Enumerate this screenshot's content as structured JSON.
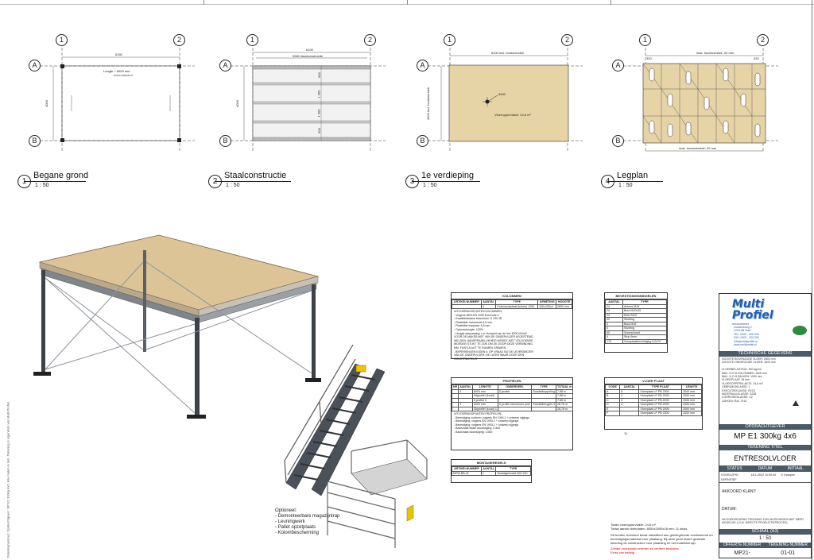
{
  "views": [
    {
      "title": "Begane grond",
      "number": "1",
      "scale": "1 : 50",
      "dims": {
        "top": "6150",
        "side": "4000"
      },
      "note": "Longte = 6000 mm",
      "note2": "kolomafstand"
    },
    {
      "title": "Staalconstructie",
      "number": "2",
      "scale": "1 : 50",
      "dims": {
        "top": "6100",
        "top2": "5960 staalconstructie",
        "side": "4000"
      },
      "beam_labels": [
        "900",
        "1 000",
        "1 000",
        "900"
      ]
    },
    {
      "title": "1e verdieping",
      "number": "3",
      "scale": "1 : 50",
      "dims": {
        "top": "6100 incl. houtoverstek",
        "side": "4000 incl. houtoverstek"
      },
      "tag": "3000",
      "tag_note": "Vloeroppervlakte: 24,6 m²"
    },
    {
      "title": "Legplan",
      "number": "4",
      "scale": "1 : 50",
      "dims": {
        "top": "max. houtoverstek: 20 mm",
        "bottom": "max. houtoverstek: 20 mm",
        "side_left": "320",
        "side_right": "320"
      }
    }
  ],
  "grid": {
    "col1": "1",
    "col2": "2",
    "rowA": "A",
    "rowB": "B"
  },
  "options": {
    "heading": "Optioneel:",
    "items": [
      "- Demonteerbare magazijntrap",
      "- Leuningwerk",
      "- Pallet opzetplaats",
      "- Kolombescherming"
    ]
  },
  "table_kolommen": {
    "caption": "KOLOMMEN",
    "headers": [
      "ARTIKELNUMMER",
      "AANTAL",
      "TYPE",
      "AFMETING",
      "HOOGTE"
    ],
    "row": [
      "",
      "4",
      "Kolomvoetplaat (kolom) 1200",
      "100x100x4",
      "2800 mm"
    ],
    "note": "UITVOERINGSPUNTEN KOLOMMEN:\n- Volgens NEN-EN 1090 Eurocode 3\n- Kwaliteitsklasse kolommen: S 235 JR\n- Plaatdikte: kolomvoet 6,5 mm\n- Plaatdikte kopplaat: 6,5 mm\n- Opbouwhoogte: 100%\n- Hoogte aanpassing: v.a. vloerpeil van de hal: 5000 kN/m2\n  VOOR DE MAKER MET VAN DE ONDERVLOER AFGESTEMD\n  WELDEN: AANSPRAAKLIJKHEID WORDT NIET VOLDOENDE\n  WORDEN STUKT TE ZIJN OM DE DOOR DEZE VERBINDING\n  MM: FUNTULAGT TE RUIMEN GRAMEN\n- BEPERKINGEN EIGEN 4: OP VRAAG BIJ DE LEVERANCIER\n  VAN DE ONDERVLOER: DE LATEN WAAR DOOR DEN\n  CONSTRUCTEUR"
  },
  "table_bevestiging": {
    "caption": "BEVESTIGINGSMIDDELEN",
    "headers": [
      "AANTAL",
      "TYPE"
    ],
    "rows": [
      [
        "24",
        "Ankers M10"
      ],
      [
        "24",
        "Bout M10x25"
      ],
      [
        "24",
        "Moer M10"
      ],
      [
        "40",
        "Sluitring"
      ],
      [
        "4",
        "Bout M16"
      ],
      [
        "4",
        "Sluitring"
      ],
      [
        "60",
        "Vloerschroef"
      ],
      [
        "4",
        "Strip 6mm"
      ],
      [
        "175",
        "Vloerplaatbevestiging 5,0x70"
      ]
    ]
  },
  "table_profielen": {
    "caption": "PROFIELEN",
    "headers": [
      "NR",
      "AANTAL",
      "LENGTE",
      "ONDERDEEL",
      "TYPE",
      "TOTAAL m"
    ],
    "rows": [
      [
        "",
        "4",
        "6000 mm",
        "Z-profiel",
        "Zwinkelkoppeling",
        "7,88 m"
      ],
      [
        "",
        "",
        "Glijprofiel (koud)",
        "",
        "",
        "7,88 m"
      ],
      [
        "",
        "",
        "Z-profiel 3",
        "",
        "",
        "7,88 m"
      ],
      [
        "",
        "2",
        "3000 mm",
        "Z-profiel steunmuur pref.",
        "Zwinkelbeugels 3",
        "28,76 m"
      ],
      [
        "",
        "",
        "Glijprofiel (koud) 1",
        "",
        "",
        "28,76 m"
      ]
    ],
    "note": "UITVOERINGSPUNTEN PROFIELEN:\n- Bevestiging conform: volgens EN 1090-1 + ontwerp nijgings\n- Bevestiging: volgens EN 1993-1 + ontwerp nijgings\n- Bevestiging: volgens EN 1993-1 + ontwerp nijgings\n- Basismaat totale doorbuiging: L/300\n- Basismaat doorbuiging: L/300"
  },
  "table_vloerplaat": {
    "caption": "VLOER PLAAT",
    "headers": [
      "CODE",
      "AANTAL",
      "TYPE PLAAT",
      "LENGTE"
    ],
    "rows": [
      [
        "A",
        "6",
        "Vloerplaat LP PB 2000",
        "2000 mm"
      ],
      [
        "B",
        "2",
        "Vloerplaat LP PB 2000",
        "2000 mm"
      ],
      [
        "C",
        "4",
        "Vloerplaat LP PB 2000",
        "2000 mm"
      ],
      [
        "D",
        "2",
        "Vloerplaat LP PB 2000",
        "2000 mm"
      ],
      [
        "E",
        "",
        "Vloerplaat LP PB 2000",
        "2000 mm"
      ],
      [
        "F",
        "",
        "Vloerplaat LP PB 2000",
        "2000 mm"
      ]
    ],
    "total": "11"
  },
  "table_montage": {
    "caption": "MONTAGEREGELS",
    "headers": [
      "ARTIKELNUMMER",
      "AANTAL",
      "TYPE"
    ],
    "row": [
      "MPW-BB-01",
      "1",
      "Montagemodel 300-240"
    ]
  },
  "notes_bottom": {
    "line1": "Totale vloeroppervlakte: 24,6 m²",
    "line2": "Totaal aantal vloerplaten: 8000x2000x18 mm: 11 stuks",
    "paragraph": "Dit houten vloerdeel bevat uitsluitend een geïntegreerde vochtwerend en bevestigingsmateriaal voor plaatsing. Bij deze geen stalen gestelde tekening de constructeur voor plaatsing en het materiaal zijn.",
    "red1": "Zonder voorkennis tekenen en verdere besluiten",
    "red2": "Extra van belang"
  },
  "titleblock": {
    "brand": "Multi Profiel",
    "brand_sub": "mezzanines",
    "address": "Industrieweg 2\n1234 AB Stad\nTEL: 0000 - 000 000\nFAX: 0000 - 000 000\ninfo@multiprofiel.nl\nwww.multiprofiel.nl",
    "tech_header": "TECHNISCHE GEGEVENS",
    "tech": "HOOGTE BOVENZIJDE VLOER: 2800 mm\nHOOGTE ONDERZIJDE VLOER: 2600 mm\n\nVLOERBELASTING: 300 kg/m2\nMAX. H.O.H KOLOMMEN: 6000 mm\nMAX. H.O.H BALKEN: 1000 mm\nVLOERPLAAT: 18 mm\nVLOEROPPERVLAKTE: 24,6 m2\nGEBRUIKSKLASSE: 1\nEXECUTIEKLASSE: EXC2\nMATERIAALKLASSE: S235\nCORROSIEKLASSE: C2\nLAKKEN: RAL 7016",
    "client_header": "OPDRACHTGEVER",
    "project": "MP E1 300kg 4x6",
    "drawing_title_header": "TEKENING TITEL",
    "drawing_title": "ENTRESOLVLOER",
    "status_headers": [
      "STATUS",
      "DATUM",
      "INITIAAL"
    ],
    "status_row1": [
      "VOORLOPIG",
      "18-1-2022 10:00:44",
      "V. Kampen"
    ],
    "status_row2": [
      "DEFINITIEF",
      "",
      ""
    ],
    "akkoord": "AKKOORD KLANT:",
    "datum": "DATUM:",
    "disclaimer": "NA GOEDKEURING TEKENING ZIJN WIJZIGINGEN NIET MEER MOGELIJK (I.V.M. DIRECTE PRODUCTIEPROCES)",
    "schaal_header": "SCHAAL (A3)",
    "schaal": "1 : 50",
    "offerte_header": "OFFERTE NUMMER",
    "tekening_header": "TEKENING NUMMER",
    "offerte": "MP21-",
    "tekening": "01-01"
  },
  "side_margin_text": "Tekeningnummer: Opdrachtgever: MP E1 300kg 4x6. Alle maten in mm. Tekening is eigendom van Multi Profiel."
}
